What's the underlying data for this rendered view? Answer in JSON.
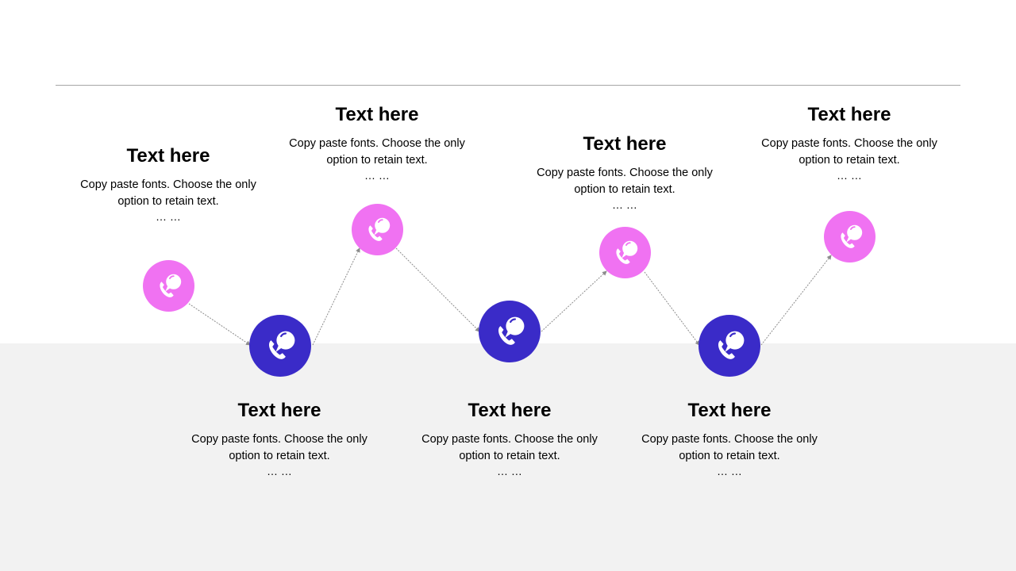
{
  "colors": {
    "pink": "#f072f2",
    "blue": "#3a2bc8",
    "band": "#f2f2f2",
    "connector": "#8c8c8c"
  },
  "icon": "phone-speech-bubble-icon",
  "steps": [
    {
      "title": "Text here",
      "desc_line1": "Copy paste fonts. Choose the only",
      "desc_line2": "option to retain text.",
      "ellipsis": "… …",
      "color": "pink"
    },
    {
      "title": "Text here",
      "desc_line1": "Copy paste fonts. Choose the only",
      "desc_line2": "option to retain text.",
      "ellipsis": "… …",
      "color": "blue"
    },
    {
      "title": "Text here",
      "desc_line1": "Copy paste fonts. Choose the only",
      "desc_line2": "option to retain text.",
      "ellipsis": "… …",
      "color": "pink"
    },
    {
      "title": "Text here",
      "desc_line1": "Copy paste fonts. Choose the only",
      "desc_line2": "option to retain text.",
      "ellipsis": "… …",
      "color": "blue"
    },
    {
      "title": "Text here",
      "desc_line1": "Copy paste fonts. Choose the only",
      "desc_line2": "option to retain text.",
      "ellipsis": "… …",
      "color": "pink"
    },
    {
      "title": "Text here",
      "desc_line1": "Copy paste fonts. Choose the only",
      "desc_line2": "option to retain text.",
      "ellipsis": "… …",
      "color": "blue"
    },
    {
      "title": "Text here",
      "desc_line1": "Copy paste fonts. Choose the only",
      "desc_line2": "option to retain text.",
      "ellipsis": "… …",
      "color": "pink"
    }
  ]
}
